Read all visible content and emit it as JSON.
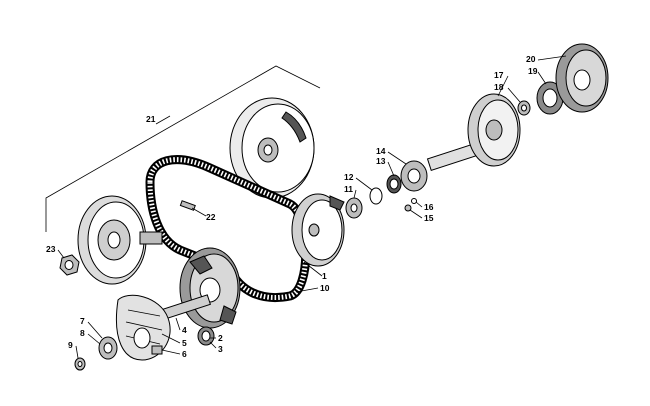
{
  "callouts": [
    "1",
    "2",
    "3",
    "4",
    "5",
    "6",
    "7",
    "8",
    "9",
    "10",
    "11",
    "12",
    "13",
    "14",
    "15",
    "16",
    "17",
    "18",
    "19",
    "20",
    "21",
    "22",
    "23"
  ],
  "colors": {
    "ink": "#000000",
    "paper": "#ffffff",
    "shade": "#bdbdbd",
    "mid": "#8a8a8a",
    "light": "#e6e6e6"
  }
}
